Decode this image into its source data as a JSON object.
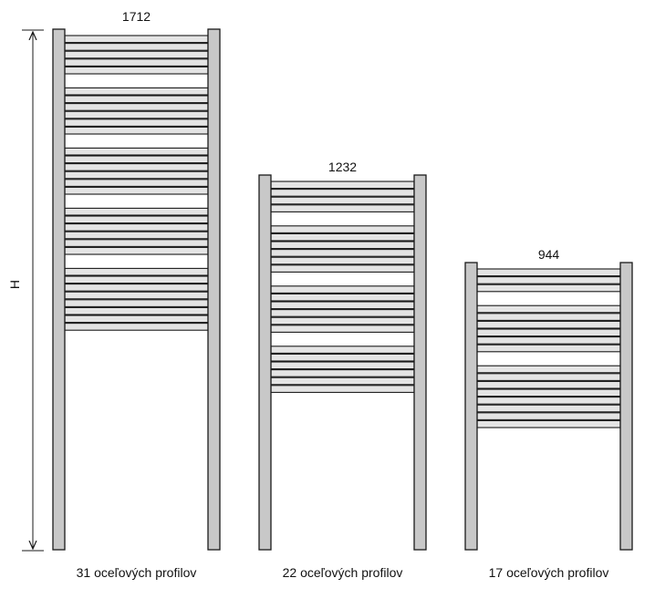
{
  "dimension_axis_label": "H",
  "colors": {
    "outline": "#1a1a1a",
    "post_fill": "#c8c8c8",
    "bar_fill": "#e4e4e4",
    "background": "#ffffff"
  },
  "radiators": [
    {
      "height_label": "1712",
      "caption": "31 oceľových profilov",
      "bar_count": 31,
      "bar_groups": [
        5,
        6,
        6,
        6,
        8
      ]
    },
    {
      "height_label": "1232",
      "caption": "22 oceľových profilov",
      "bar_count": 22,
      "bar_groups": [
        4,
        6,
        6,
        6
      ]
    },
    {
      "height_label": "944",
      "caption": "17 oceľových profilov",
      "bar_count": 17,
      "bar_groups": [
        3,
        6,
        8
      ]
    }
  ]
}
